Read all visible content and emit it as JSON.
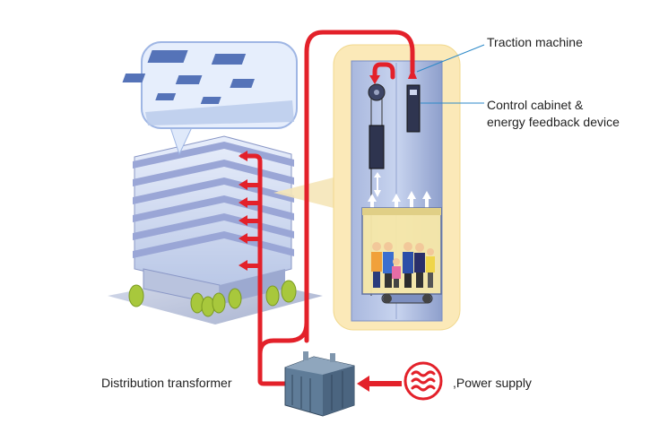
{
  "labels": {
    "traction_machine": "Traction machine",
    "control_cabinet_line1": "Control cabinet &",
    "control_cabinet_line2": "energy feedback device",
    "distribution_transformer": "Distribution transformer",
    "power_supply": ",Power supply"
  },
  "colors": {
    "energy_line": "#e3212a",
    "shaft_panel": "#fbe9b8",
    "shaft_blue": "#8fa4cf",
    "building_glass": "#c9d6ee",
    "building_floor": "#9aa6d6",
    "transformer": "#5f7c98",
    "tree": "#a8c83c"
  },
  "icons": {
    "power_supply": "wave-circle-icon",
    "energy_arrow": "red-arrow-icon"
  }
}
